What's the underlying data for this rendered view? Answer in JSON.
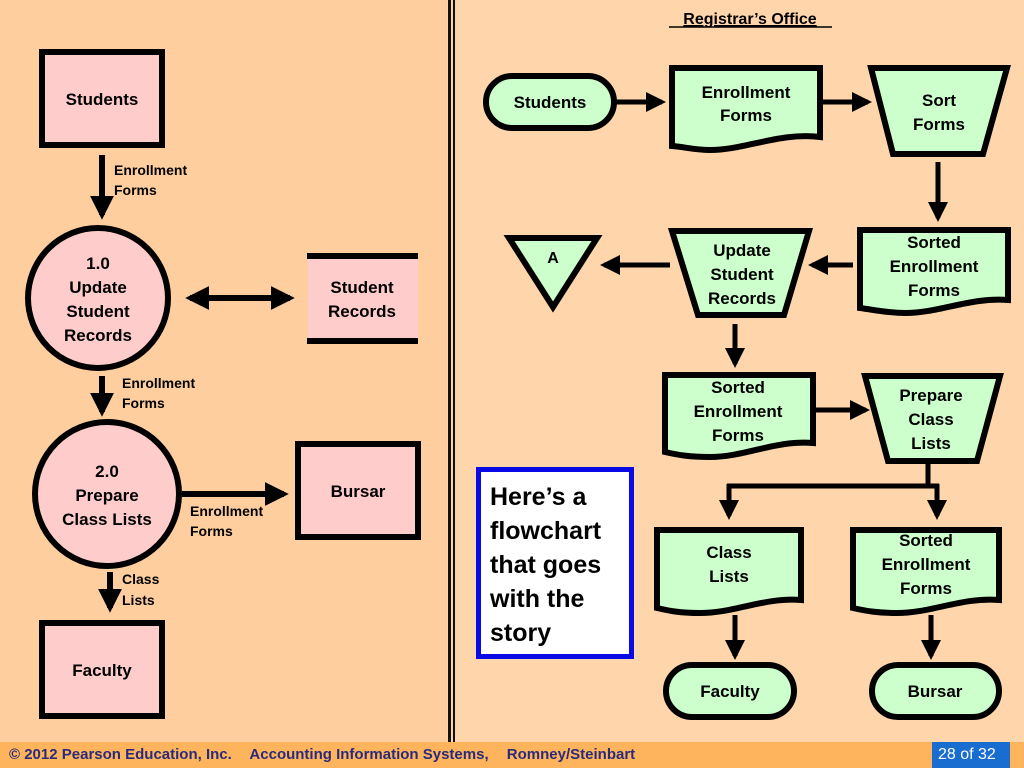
{
  "slide": {
    "right_heading": "Registrar’s Office",
    "callout_lines": [
      "Here’s a",
      "flowchart",
      "that goes",
      "with the",
      "story"
    ]
  },
  "dfd": {
    "students": "Students",
    "flow1": [
      "Enrollment",
      "Forms"
    ],
    "process1": [
      "1.0",
      "Update",
      "Student",
      "Records"
    ],
    "store": [
      "Student",
      "Records"
    ],
    "flow2": [
      "Enrollment",
      "Forms"
    ],
    "process2": [
      "2.0",
      "Prepare",
      "Class Lists"
    ],
    "flow3": [
      "Enrollment",
      "Forms"
    ],
    "bursar": "Bursar",
    "flow4": [
      "Class",
      "Lists"
    ],
    "faculty": "Faculty"
  },
  "flowchart": {
    "students": "Students",
    "enroll_forms": [
      "Enrollment",
      "Forms"
    ],
    "sort_forms": [
      "Sort",
      "Forms"
    ],
    "sorted1": [
      "Sorted",
      "Enrollment",
      "Forms"
    ],
    "update": [
      "Update",
      "Student",
      "Records"
    ],
    "connector": "A",
    "sorted2": [
      "Sorted",
      "Enrollment",
      "Forms"
    ],
    "prepare": [
      "Prepare",
      "Class",
      "Lists"
    ],
    "class_lists": [
      "Class",
      "Lists"
    ],
    "sorted3": [
      "Sorted",
      "Enrollment",
      "Forms"
    ],
    "faculty": "Faculty",
    "bursar": "Bursar"
  },
  "footer": {
    "copyright": "© 2012 Pearson Education, Inc.",
    "book": "Accounting Information Systems,",
    "authors": "Romney/Steinbart",
    "page": "28 of 32"
  },
  "colors": {
    "dfd_fill": "#FFCCCC",
    "flow_fill": "#CCFFCC",
    "callout_border": "#0A0AE6",
    "footer_bg": "#FDB45C",
    "page_bg": "#1A6DD0"
  }
}
